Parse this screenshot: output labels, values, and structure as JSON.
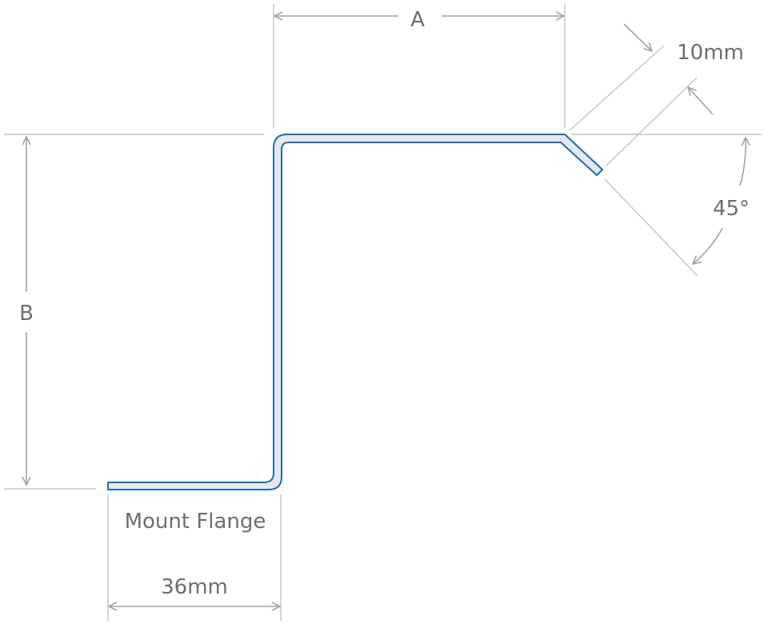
{
  "labels": {
    "dim_a": "A",
    "dim_b": "B",
    "lip_width": "10mm",
    "lip_angle": "45°",
    "flange_name": "Mount Flange",
    "flange_width": "36mm"
  },
  "colors": {
    "profile_stroke": "#1a6fb0",
    "profile_fill": "#e8e8ea",
    "dimension_line": "#a3a3a6",
    "text": "#6d6d72"
  }
}
